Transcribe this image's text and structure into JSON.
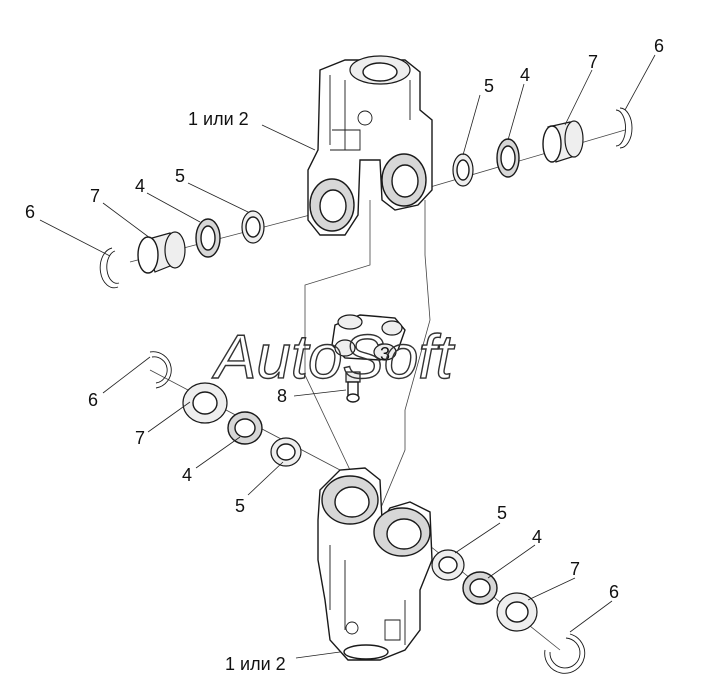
{
  "callouts": {
    "top_yoke": "1 или 2",
    "bottom_yoke": "1 или 2",
    "cross": "3",
    "grease_fitting": "8",
    "ur_ring": "6",
    "ur_cup": "7",
    "ur_seal": "4",
    "ur_washer": "5",
    "ul_ring": "6",
    "ul_cup": "7",
    "ul_seal": "4",
    "ul_washer": "5",
    "ll_ring": "6",
    "ll_cup": "7",
    "ll_seal": "4",
    "ll_washer": "5",
    "lr_ring": "6",
    "lr_cup": "7",
    "lr_seal": "4",
    "lr_washer": "5"
  },
  "watermark": "AutoSoft"
}
